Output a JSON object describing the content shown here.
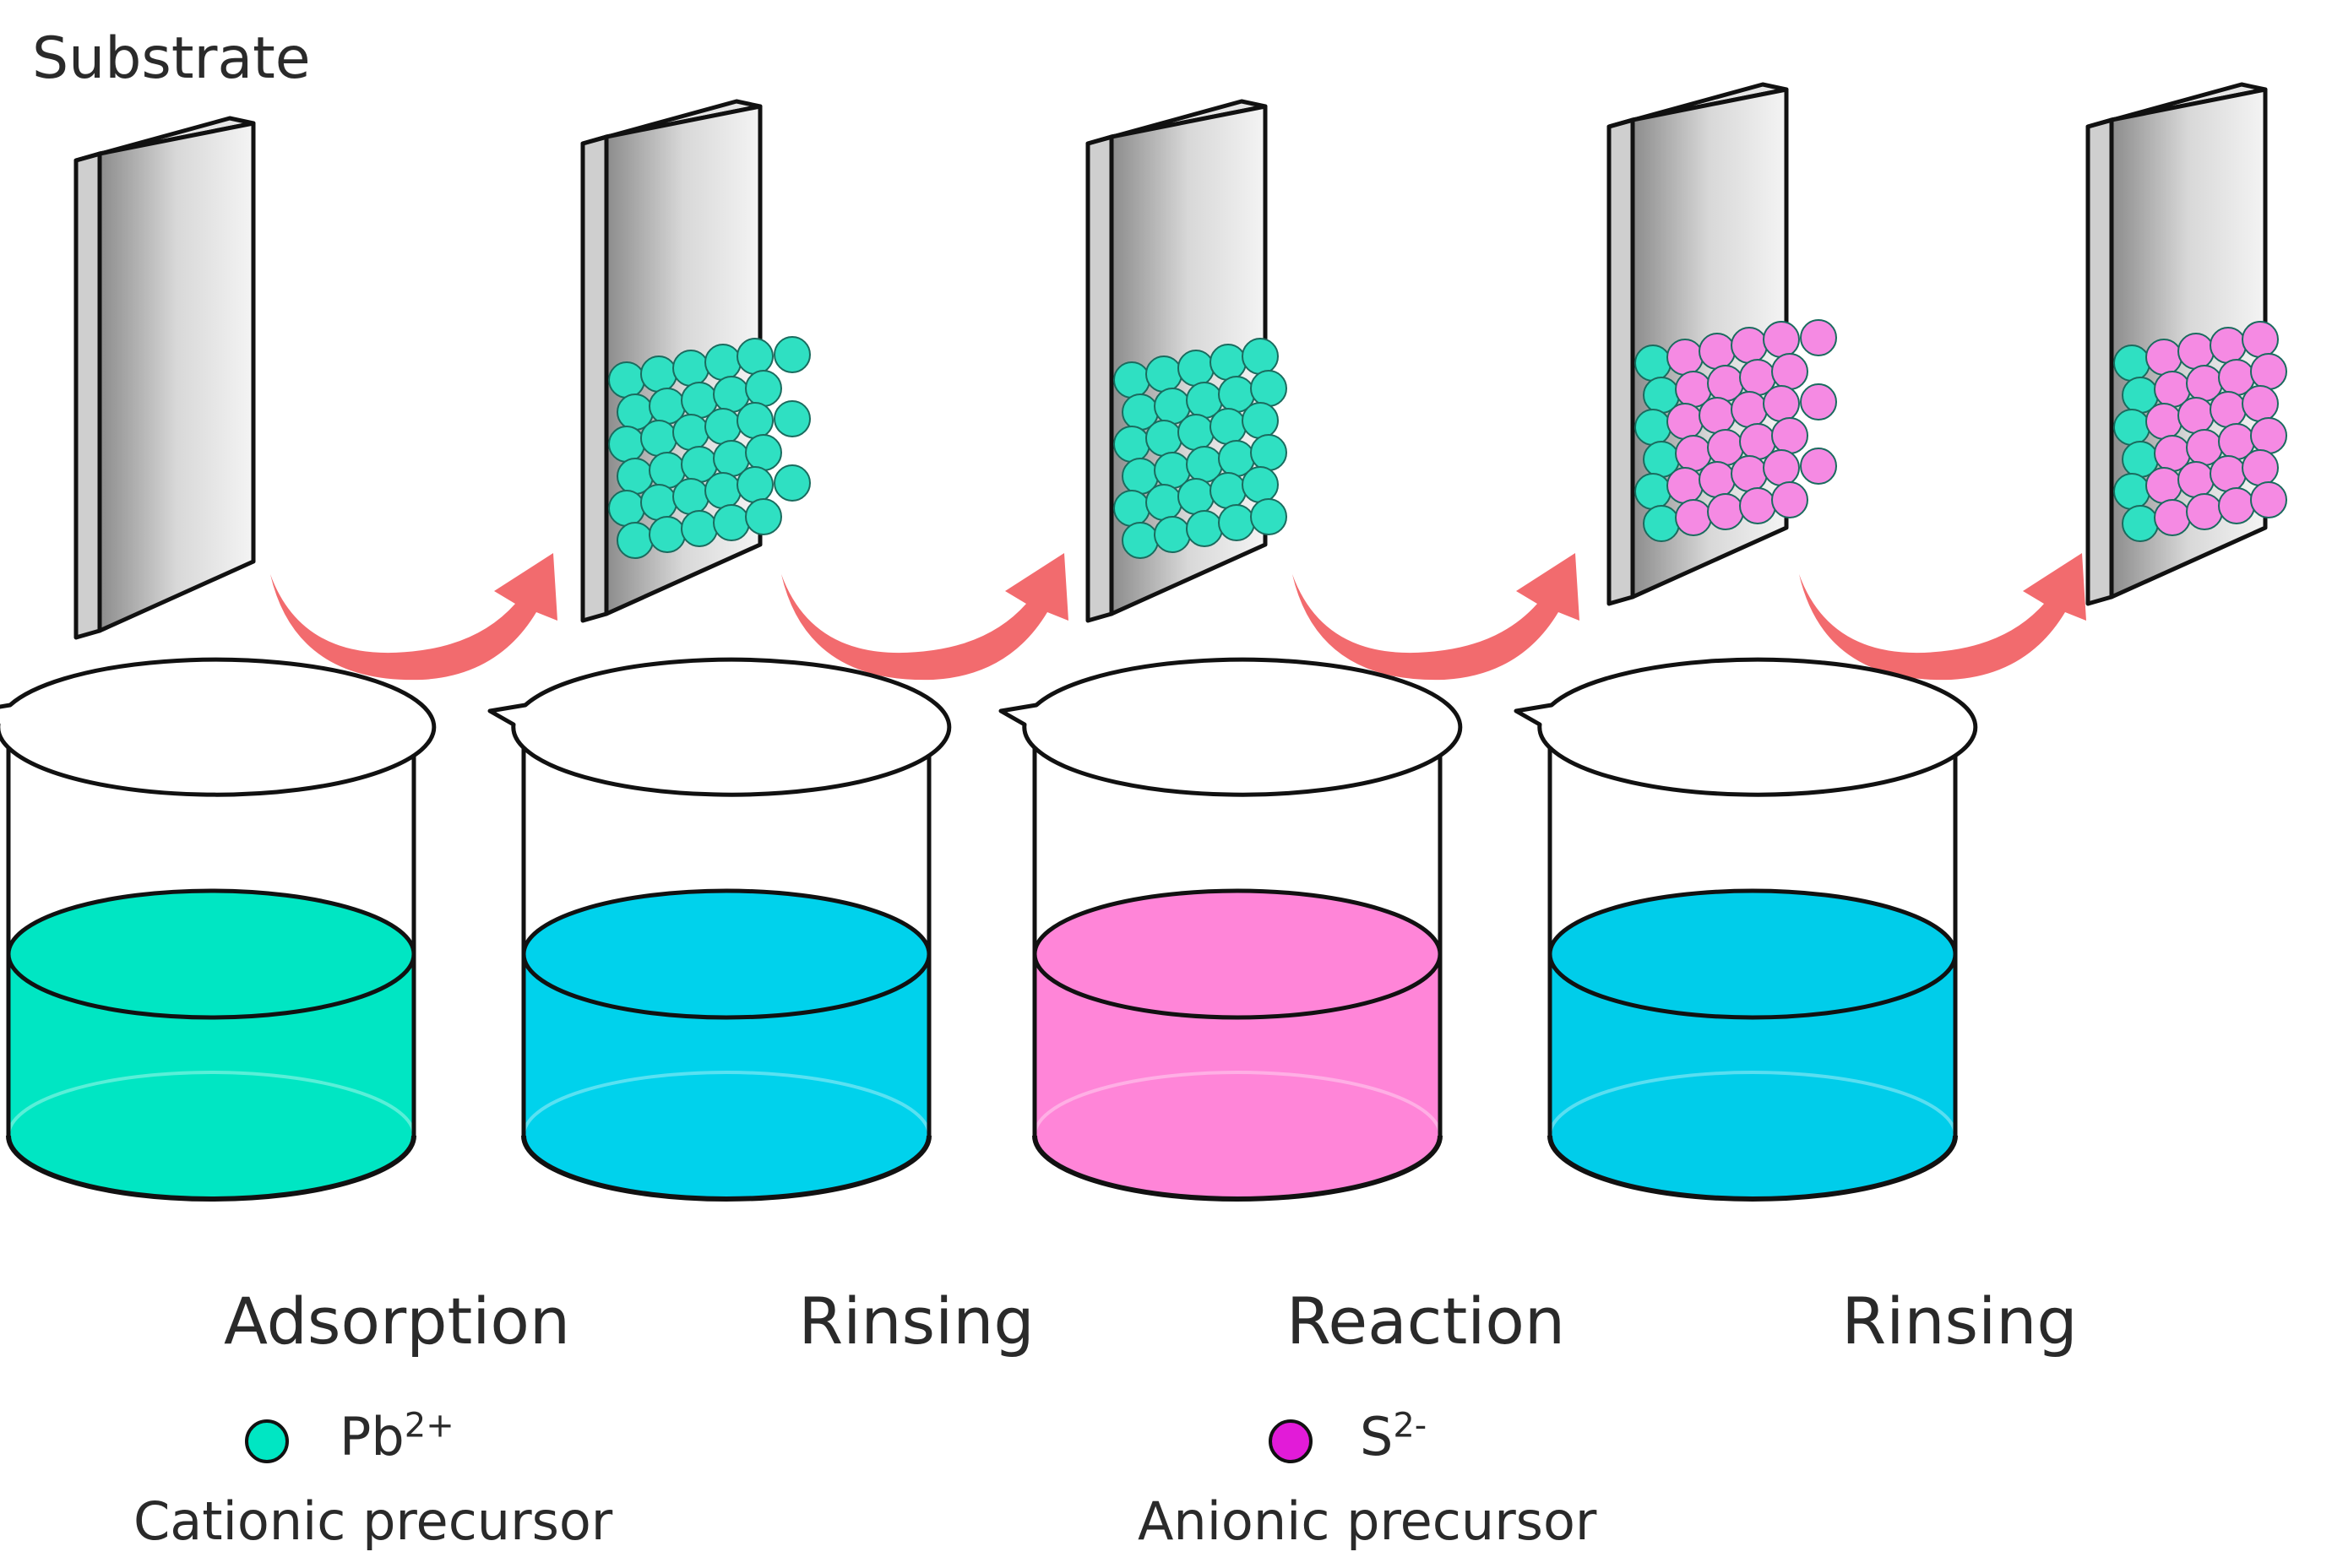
{
  "labels": {
    "substrate": "Substrate"
  },
  "steps": [
    {
      "label": "Adsorption",
      "solution_color": "#00e6c3"
    },
    {
      "label": "Rinsing",
      "solution_color": "#00d2ec"
    },
    {
      "label": "Reaction",
      "solution_color": "#ff85d8"
    },
    {
      "label": "Rinsing",
      "solution_color": "#00cdea"
    }
  ],
  "legend": [
    {
      "ion": "Pb",
      "charge": "2+",
      "description": "Cationic precursor",
      "color": "#00e6c3"
    },
    {
      "ion": "S",
      "charge": "2-",
      "description": "Anionic precursor",
      "color": "#e21bd8"
    }
  ],
  "colors": {
    "cation_particle": "#2fe0c2",
    "anion_particle": "#f58ae3",
    "arrow": "#f26b6e",
    "outline": "#111111"
  }
}
